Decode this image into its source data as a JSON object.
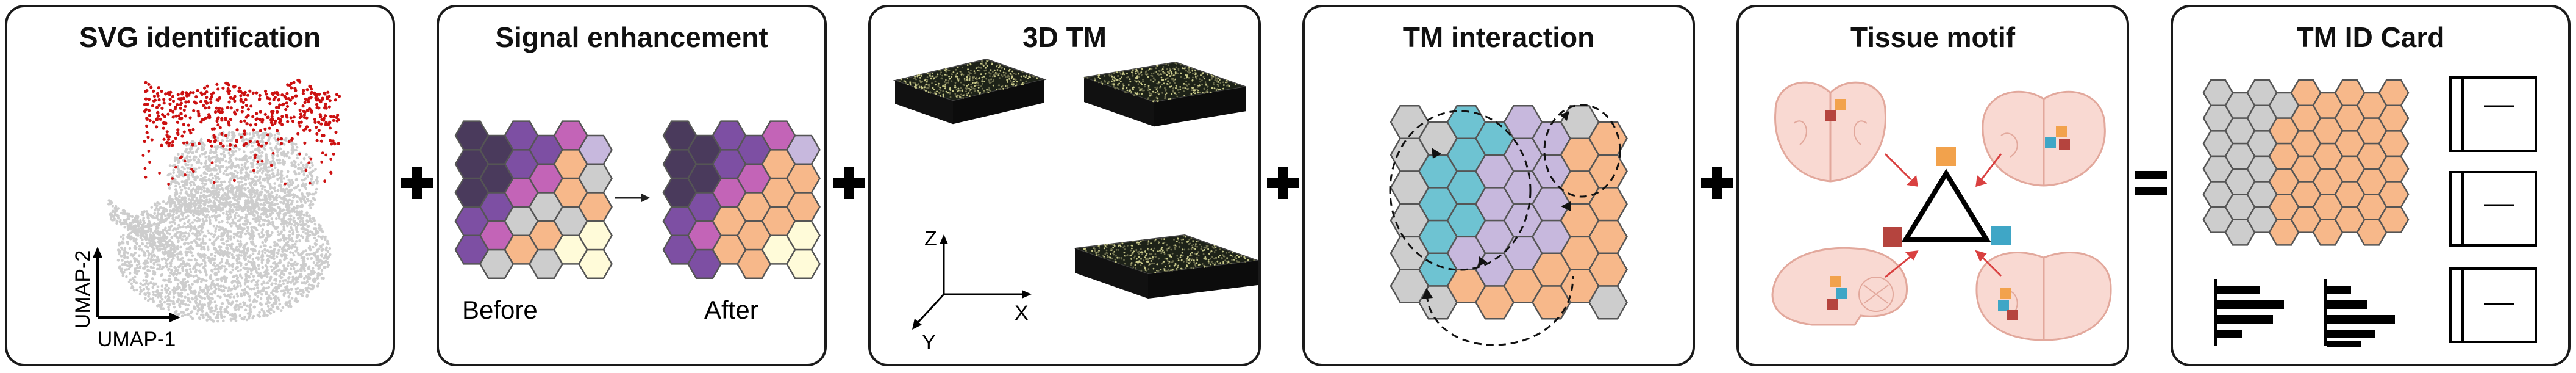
{
  "panels": [
    {
      "title": "SVG identification",
      "axis_y": "UMAP-2",
      "axis_x": "UMAP-1"
    },
    {
      "title": "Signal enhancement",
      "before": "Before",
      "after": "After"
    },
    {
      "title": "3D TM",
      "axis_z": "Z",
      "axis_x": "X",
      "axis_y": "Y"
    },
    {
      "title": "TM interaction"
    },
    {
      "title": "Tissue motif"
    },
    {
      "title": "TM ID Card"
    }
  ],
  "operators": [
    "plus",
    "plus",
    "plus",
    "plus",
    "equals"
  ],
  "colors": {
    "gray": "#cdcdcd",
    "red_points": "#cc1111",
    "purple_dark": "#4a3a5c",
    "purple": "#7d4fa3",
    "magenta": "#c364b7",
    "lilac": "#c7b8dd",
    "peach": "#f7b88a",
    "cream": "#fffbd9",
    "cyan": "#6ec3d2",
    "tissue_pink": "#f9d9d2",
    "motif_orange": "#f2a24c",
    "motif_red": "#b5443e",
    "motif_blue": "#3fa6c6"
  }
}
